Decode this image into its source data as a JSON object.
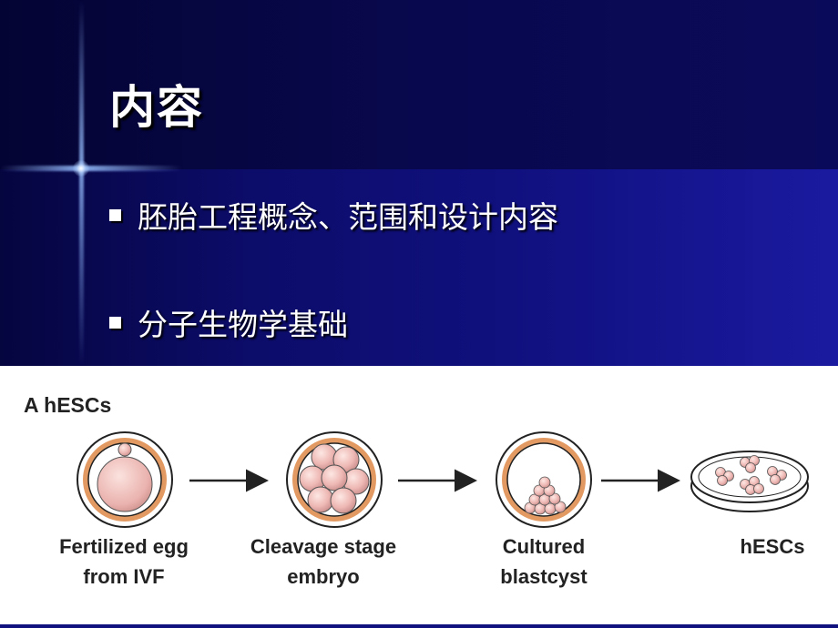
{
  "slide": {
    "title": "内容",
    "bullets": [
      "胚胎工程概念、范围和设计内容",
      "分子生物学基础"
    ]
  },
  "figure": {
    "panel_label": "A hESCs",
    "stages": [
      {
        "line1": "Fertilized egg",
        "line2": "from IVF"
      },
      {
        "line1": "Cleavage stage",
        "line2": "embryo"
      },
      {
        "line1": "Cultured",
        "line2": "blastcyst"
      },
      {
        "line1": "hESCs",
        "line2": ""
      }
    ],
    "colors": {
      "zona_ring": "#e39a62",
      "cell_fill": "#eeb8b4",
      "background_dark": "#0c0c6a"
    }
  }
}
